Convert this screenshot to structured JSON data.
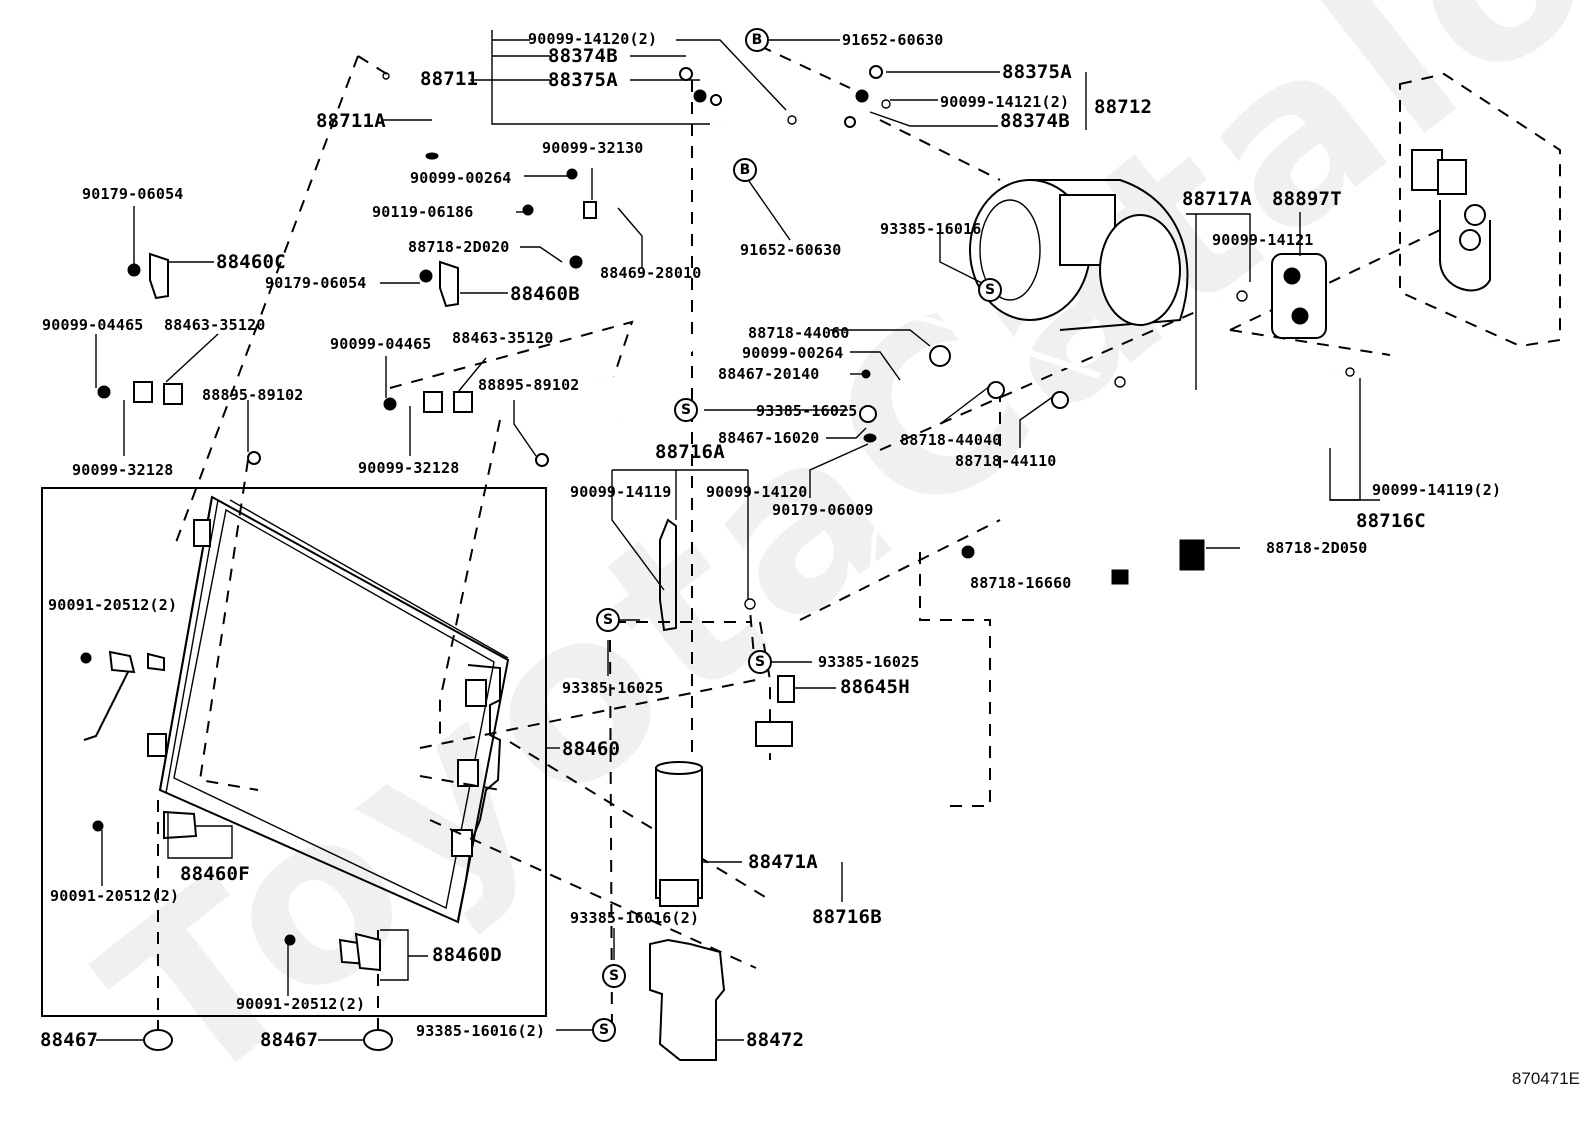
{
  "diagram": {
    "title": "Air conditioner piping / condenser parts diagram",
    "code": "870471E",
    "watermark": "ToyotaCatalog"
  },
  "symbols": {
    "b_plug": "B",
    "s_seal": "S"
  },
  "labels": {
    "p90099_14120_2_top": "90099-14120(2)",
    "p88374B_top": "88374B",
    "p88711": "88711",
    "p88375A_top": "88375A",
    "p91652_60630_top": "91652-60630",
    "p88375A_right": "88375A",
    "p90099_14121_2": "90099-14121(2)",
    "p88712": "88712",
    "p88374B_right": "88374B",
    "p88711A": "88711A",
    "p90099_32130": "90099-32130",
    "p90099_00264_top": "90099-00264",
    "p90179_06054_left": "90179-06054",
    "p90119_06186": "90119-06186",
    "p88718_2D020": "88718-2D020",
    "p88469_28010": "88469-28010",
    "p88460C": "88460C",
    "p90179_06054_mid": "90179-06054",
    "p88460B": "88460B",
    "p91652_60630_mid": "91652-60630",
    "p93385_16016": "93385-16016",
    "p88717A": "88717A",
    "p88897T": "88897T",
    "p90099_14121": "90099-14121",
    "p90099_04465_left": "90099-04465",
    "p88463_35120_left": "88463-35120",
    "p90099_04465_mid": "90099-04465",
    "p88463_35120_mid": "88463-35120",
    "p88895_89102_left": "88895-89102",
    "p88895_89102_mid": "88895-89102",
    "p90099_32128_left": "90099-32128",
    "p90099_32128_mid": "90099-32128",
    "p88718_44060": "88718-44060",
    "p90099_00264_mid": "90099-00264",
    "p88467_20140": "88467-20140",
    "p93385_16025_a": "93385-16025",
    "p88467_16020": "88467-16020",
    "p88718_44040": "88718-44040",
    "p88718_44110": "88718-44110",
    "p88716A": "88716A",
    "p90099_14119": "90099-14119",
    "p90099_14120": "90099-14120",
    "p90179_06009": "90179-06009",
    "p90099_14119_2": "90099-14119(2)",
    "p88716C": "88716C",
    "p88718_2D050": "88718-2D050",
    "p88718_16660": "88718-16660",
    "p90091_20512_2_a": "90091-20512(2)",
    "p93385_16025_b": "93385-16025",
    "p93385_16025_c": "93385-16025",
    "p88645H": "88645H",
    "p88460": "88460",
    "p88471A": "88471A",
    "p88460F": "88460F",
    "p90091_20512_2_b": "90091-20512(2)",
    "p88716B": "88716B",
    "p93385_16016_2_a": "93385-16016(2)",
    "p88460D": "88460D",
    "p90091_20512_2_c": "90091-20512(2)",
    "p88467_left": "88467",
    "p88467_mid": "88467",
    "p93385_16016_2_b": "93385-16016(2)",
    "p88472": "88472"
  }
}
